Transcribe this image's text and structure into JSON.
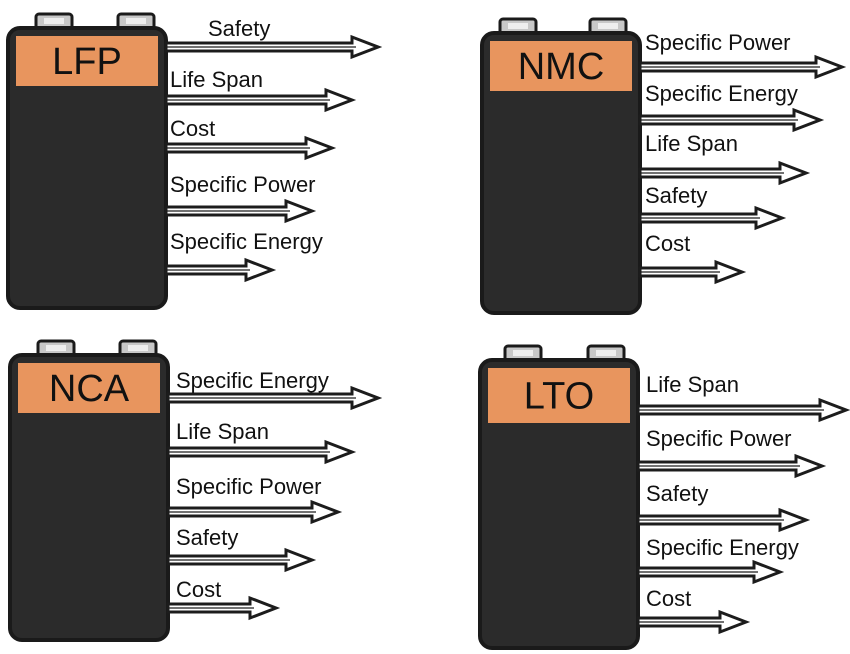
{
  "colors": {
    "battery_body": "#2b2b2b",
    "battery_outline": "#1a1a1a",
    "label_band": "#e8955e",
    "terminal": "#c8c8c8",
    "arrow": "#1c1c1c",
    "background": "#ffffff"
  },
  "batteries": [
    {
      "chemistry": "LFP",
      "properties": [
        "Safety",
        "Life Span",
        "Cost",
        "Specific Power",
        "Specific Energy"
      ]
    },
    {
      "chemistry": "NMC",
      "properties": [
        "Specific Power",
        "Specific Energy",
        "Life Span",
        "Safety",
        "Cost"
      ]
    },
    {
      "chemistry": "NCA",
      "properties": [
        "Specific Energy",
        "Life Span",
        "Specific Power",
        "Safety",
        "Cost"
      ]
    },
    {
      "chemistry": "LTO",
      "properties": [
        "Life Span",
        "Specific Power",
        "Safety",
        "Specific Energy",
        "Cost"
      ]
    }
  ]
}
